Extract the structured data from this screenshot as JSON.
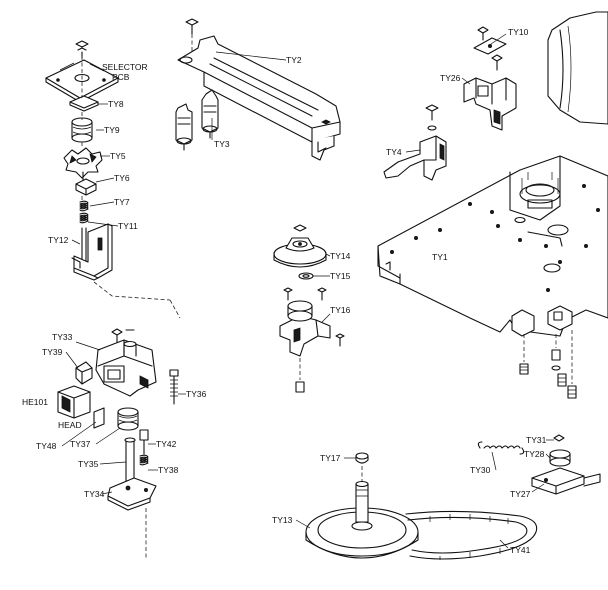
{
  "labels": {
    "selector": "SELECTOR",
    "pcb": "PCB",
    "ty8": "TY8",
    "ty9": "TY9",
    "ty5": "TY5",
    "ty6": "TY6",
    "ty7": "TY7",
    "ty11": "TY11",
    "ty12": "TY12",
    "ty2": "TY2",
    "ty3": "TY3",
    "ty10": "TY10",
    "ty26": "TY26",
    "ty4": "TY4",
    "ty1": "TY1",
    "ty14": "TY14",
    "ty15": "TY15",
    "ty16": "TY16",
    "ty33": "TY33",
    "ty39": "TY39",
    "he101": "HE101",
    "head": "HEAD",
    "ty36": "TY36",
    "ty48": "TY48",
    "ty37": "TY37",
    "ty42": "TY42",
    "ty35": "TY35",
    "ty38": "TY38",
    "ty34": "TY34",
    "ty17": "TY17",
    "ty13": "TY13",
    "ty30": "TY30",
    "ty31": "TY31",
    "ty28": "TY28",
    "ty27": "TY27",
    "ty41": "TY41"
  }
}
